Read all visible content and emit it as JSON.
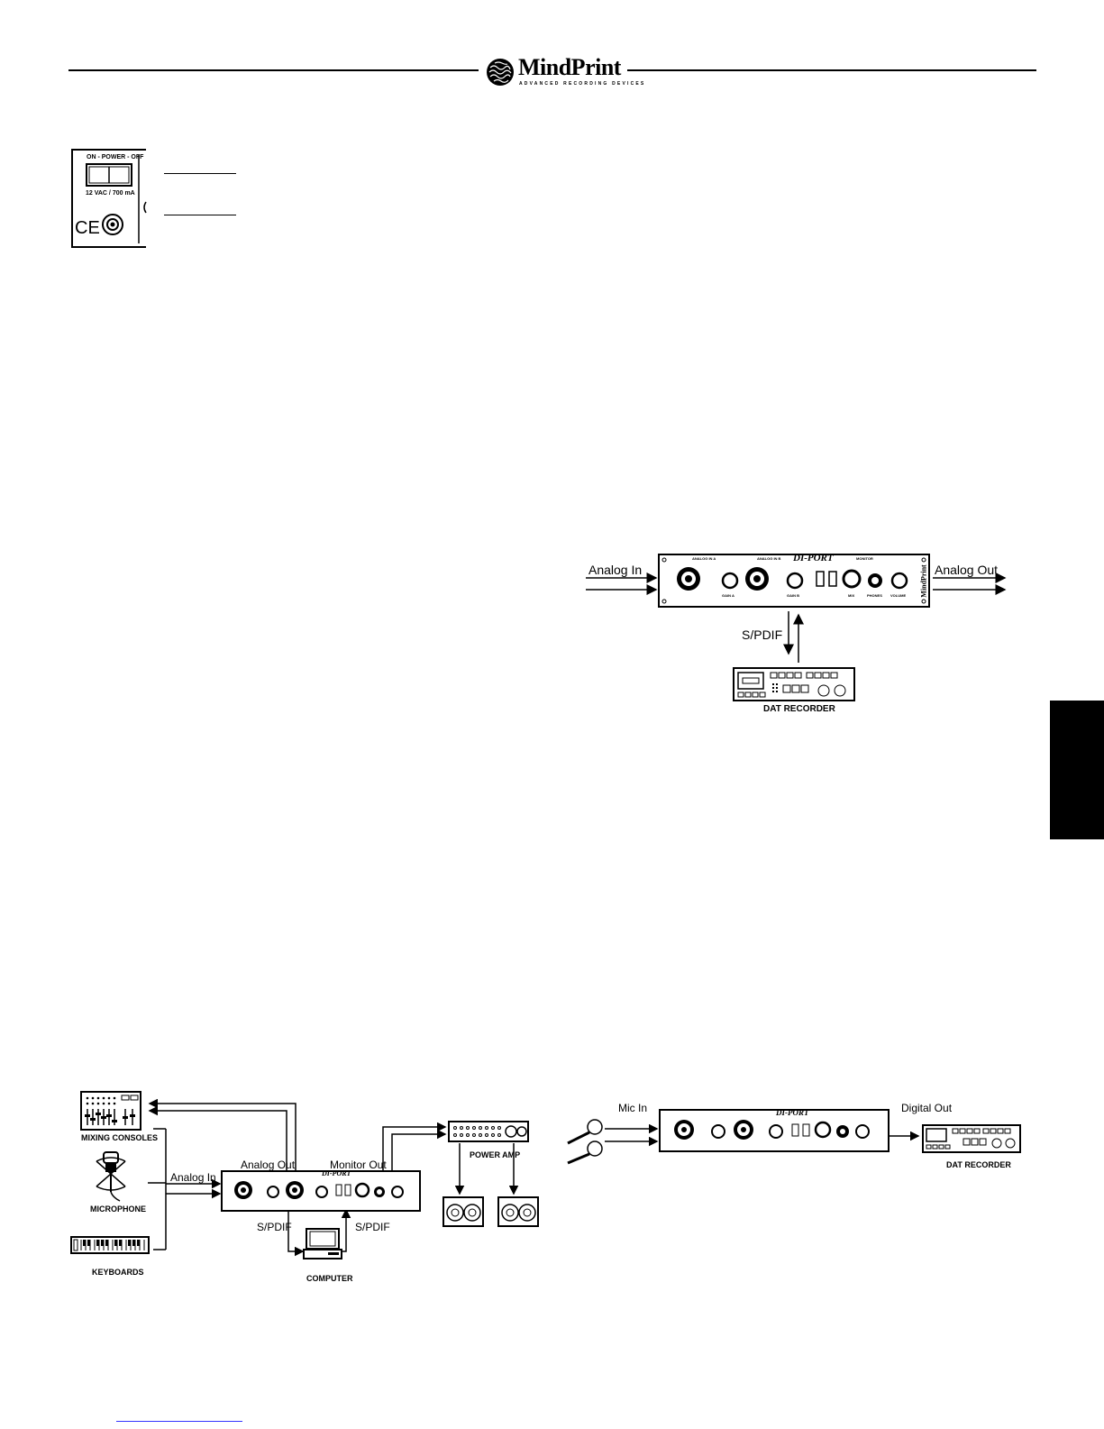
{
  "header": {
    "brand": "MindPrint",
    "tagline": "ADVANCED RECORDING DEVICES"
  },
  "power_panel": {
    "switch_label": "ON - POWER - OFF",
    "rating": "12 VAC / 700 mA",
    "ce_mark": "CE"
  },
  "device": {
    "name": "DI-PORT",
    "brand_vertical": "MindPrint",
    "analog_in_a": "ANALOG IN A",
    "analog_in_b": "ANALOG IN B",
    "monitor": "MONITOR",
    "gain_a": "GAIN A",
    "gain_b": "GAIN B",
    "mix": "MIX",
    "phones": "PHONES",
    "volume": "VOLUME"
  },
  "diagram1": {
    "in_label": "Analog In",
    "out_label": "Analog Out",
    "digital_label": "S/PDIF",
    "recorder_label": "DAT RECORDER"
  },
  "diagram2": {
    "mixer_label": "MIXING CONSOLES",
    "mic_label": "MICROPHONE",
    "keys_label": "KEYBOARDS",
    "analog_in": "Analog In",
    "analog_out": "Analog Out",
    "monitor_out": "Monitor Out",
    "spdif_left": "S/PDIF",
    "spdif_right": "S/PDIF",
    "computer_label": "COMPUTER",
    "amp_label": "POWER AMP"
  },
  "diagram3": {
    "mic_in": "Mic In",
    "digital_out": "Digital Out",
    "recorder_label": "DAT RECORDER"
  }
}
